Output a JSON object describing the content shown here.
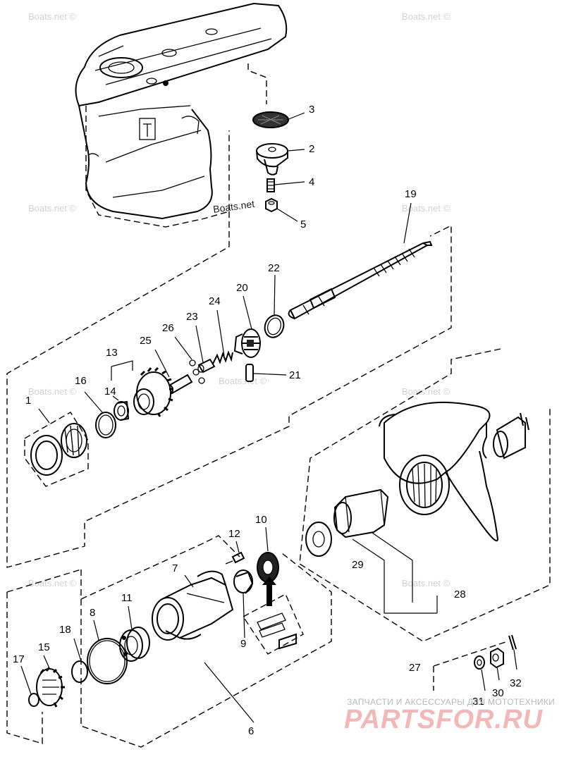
{
  "watermarks": {
    "boats": "Boats.net ©",
    "boats_plain": "Boats.net"
  },
  "footer": {
    "subtitle": "ЗАПЧАСТИ И АКСЕССУАРЫ ДЛЯ МОТОТЕХНИКИ",
    "logo": "PARTSFOR.RU"
  },
  "colors": {
    "line": "#000000",
    "watermark": "#d2d2d2",
    "logo": "#f3b7b7"
  },
  "callouts": {
    "c1": "1",
    "c2": "2",
    "c3": "3",
    "c4": "4",
    "c5": "5",
    "c6": "6",
    "c7": "7",
    "c8": "8",
    "c9": "9",
    "c10": "10",
    "c11": "11",
    "c12": "12",
    "c13": "13",
    "c14": "14",
    "c15": "15",
    "c16": "16",
    "c17": "17",
    "c18": "18",
    "c19": "19",
    "c20": "20",
    "c21": "21",
    "c22": "22",
    "c23": "23",
    "c24": "24",
    "c25": "25",
    "c26": "26",
    "c27": "27",
    "c28": "28",
    "c29": "29",
    "c30": "30",
    "c31": "31",
    "c32": "32"
  }
}
